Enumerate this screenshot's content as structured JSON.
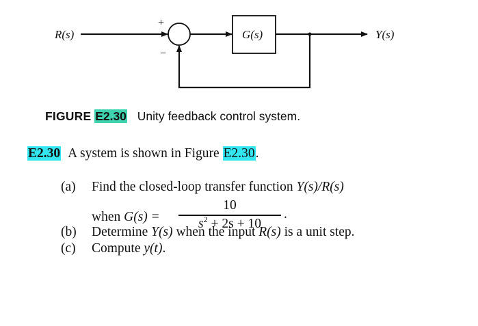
{
  "diagram": {
    "input_label": "R(s)",
    "output_label": "Y(s)",
    "block_label": "G(s)",
    "plus_sign": "+",
    "minus_sign": "−"
  },
  "caption": {
    "label": "FIGURE",
    "number": "E2.30",
    "text": "Unity feedback control system."
  },
  "problem": {
    "number": "E2.30",
    "text_before": "A system is shown in Figure",
    "figure_ref": "E2.30",
    "text_after": ".",
    "highlight_colors": {
      "caption_number": "#3fd3b0",
      "problem_number": "#33e6f0"
    }
  },
  "parts": [
    {
      "label": "(a)",
      "text": "Find the closed-loop transfer function",
      "math": "Y(s)/R(s)"
    },
    {
      "when": "when",
      "lhs": "G(s)",
      "eq": "=",
      "numerator": "10",
      "denominator_a": "s",
      "denominator_exp": "2",
      "denominator_b": " + 2s + 10",
      "period": "."
    },
    {
      "label": "(b)",
      "text1": "Determine",
      "m1": "Y(s)",
      "text2": "when the input",
      "m2": "R(s)",
      "text3": "is a unit step."
    },
    {
      "label": "(c)",
      "text1": "Compute",
      "m1": "y(t)",
      "text2": "."
    }
  ]
}
